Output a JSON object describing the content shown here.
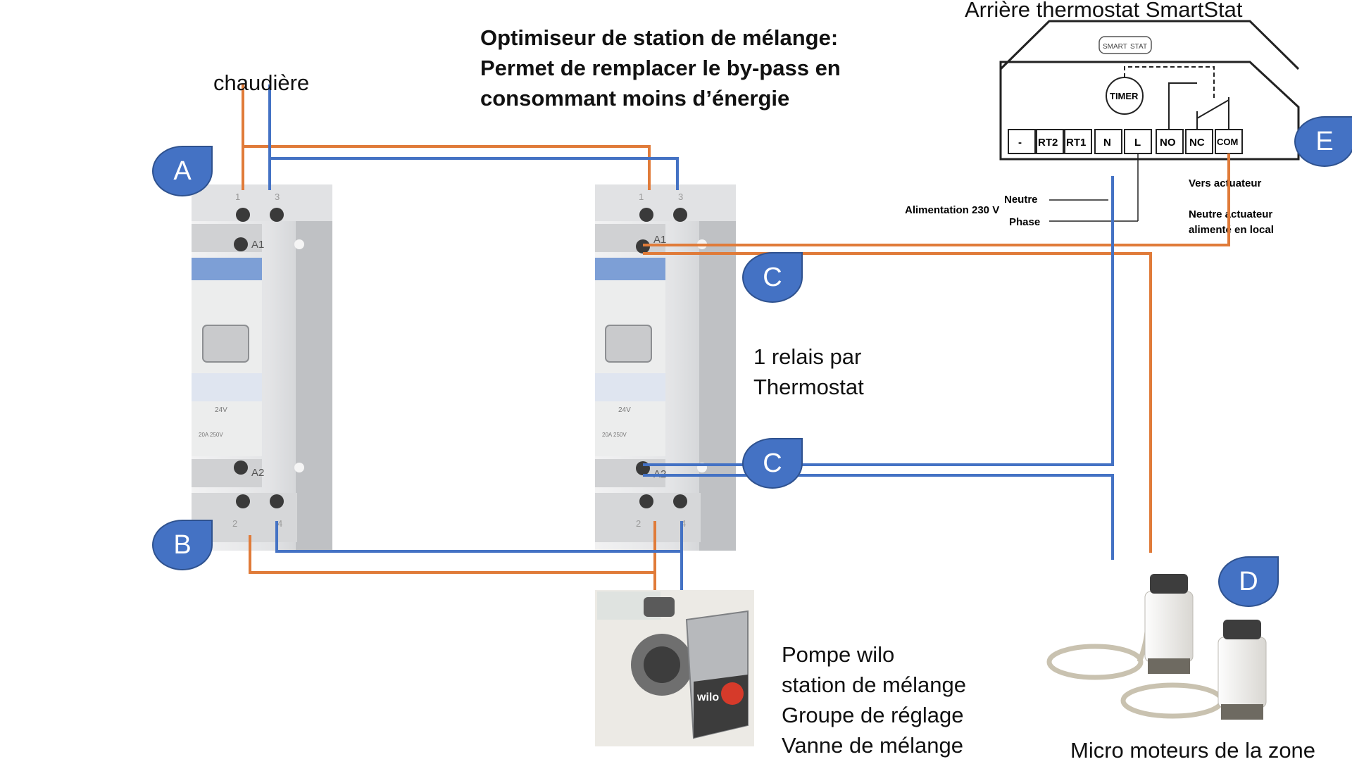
{
  "heading": {
    "line1": "Optimiseur de station de mélange:",
    "line2": "Permet de remplacer le by-pass en",
    "line3": "consommant moins d’énergie"
  },
  "labels": {
    "chaudiere": "chaudière",
    "relais_line1": "1 relais par",
    "relais_line2": "Thermostat",
    "pompe_line1": "Pompe wilo",
    "pompe_line2": "station de mélange",
    "pompe_line3": "Groupe de réglage",
    "pompe_line4": "Vanne de mélange",
    "micro": "Micro moteurs de la zone"
  },
  "thermostat": {
    "title": "Arrière thermostat SmartStat",
    "brand_left": "SMART",
    "brand_right": "STAT",
    "timer": "TIMER",
    "terminals": [
      "-",
      "RT2",
      "RT1",
      "N",
      "L",
      "NO",
      "NC",
      "COM"
    ],
    "neutre": "Neutre",
    "alimentation": "Alimentation 230 V",
    "phase": "Phase",
    "vers_actuateur": "Vers actuateur",
    "neutre_actuateur_1": "Neutre actuateur",
    "neutre_actuateur_2": "alimenté en local"
  },
  "relay": {
    "terminal_top_1": "1",
    "terminal_top_3": "3",
    "terminal_a1": "A1",
    "terminal_a2": "A2",
    "terminal_bottom_2": "2",
    "terminal_bottom_4": "4",
    "spec_voltage": "24V",
    "spec_rating": "20A 250V"
  },
  "pump": {
    "brand": "wilo"
  },
  "tags": {
    "a": "A",
    "b": "B",
    "c_top": "C",
    "c_bottom": "C",
    "d": "D",
    "e": "E"
  },
  "colors": {
    "phase_wire": "#e07b39",
    "neutral_wire": "#4472c4",
    "tag_fill": "#4472c4",
    "relay_body": "#d9dadc",
    "relay_blue": "#7d9fd6"
  }
}
